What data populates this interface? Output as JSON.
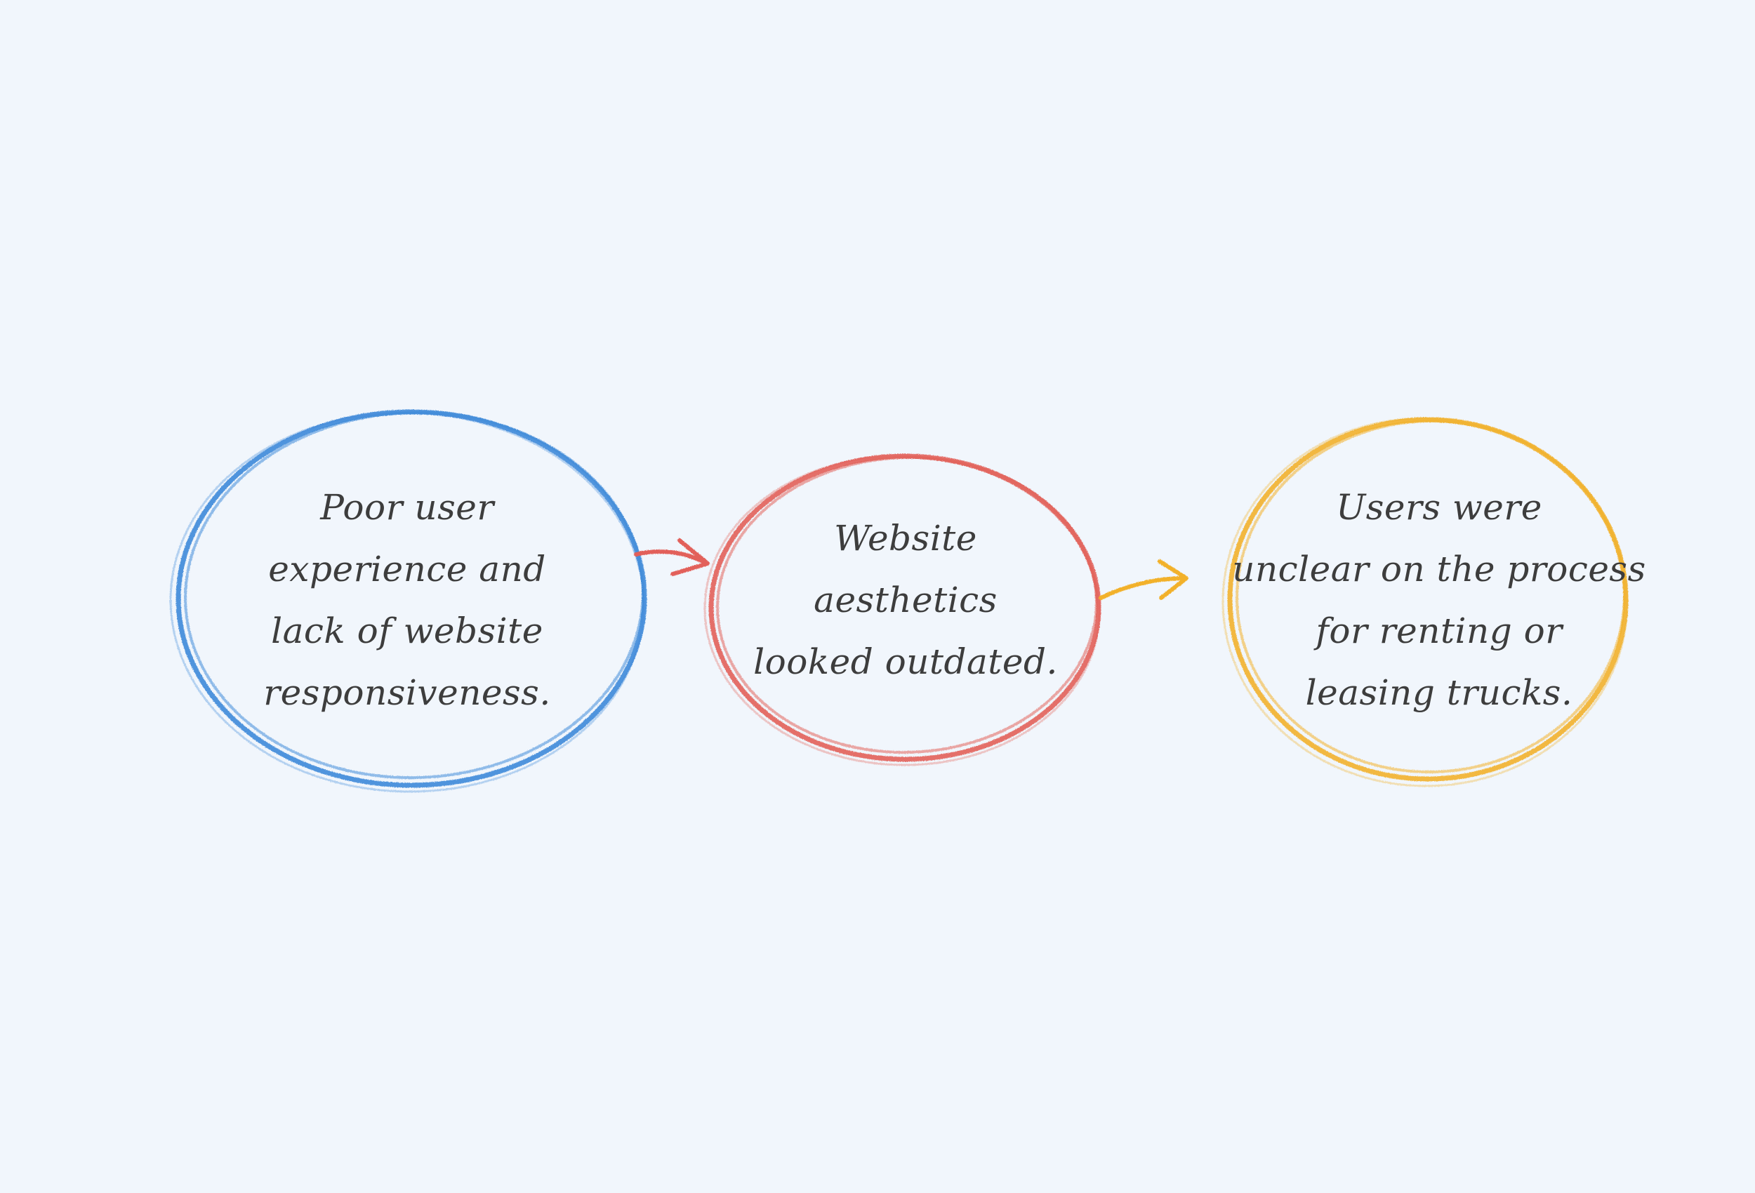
{
  "colors": {
    "background": "#f1f6fc",
    "text": "#3d3d3d",
    "node_1": "#3f8ad9",
    "node_2": "#e2605a",
    "node_3": "#f2b12c"
  },
  "nodes": [
    {
      "lines": [
        "Poor user",
        "experience and",
        "lack of website",
        "responsiveness."
      ]
    },
    {
      "lines": [
        "Website",
        "aesthetics",
        "looked outdated."
      ]
    },
    {
      "lines": [
        "Users were",
        "unclear on the process",
        "for renting or",
        "leasing trucks."
      ]
    }
  ],
  "edges": [
    {
      "from": 0,
      "to": 1
    },
    {
      "from": 1,
      "to": 2
    }
  ]
}
